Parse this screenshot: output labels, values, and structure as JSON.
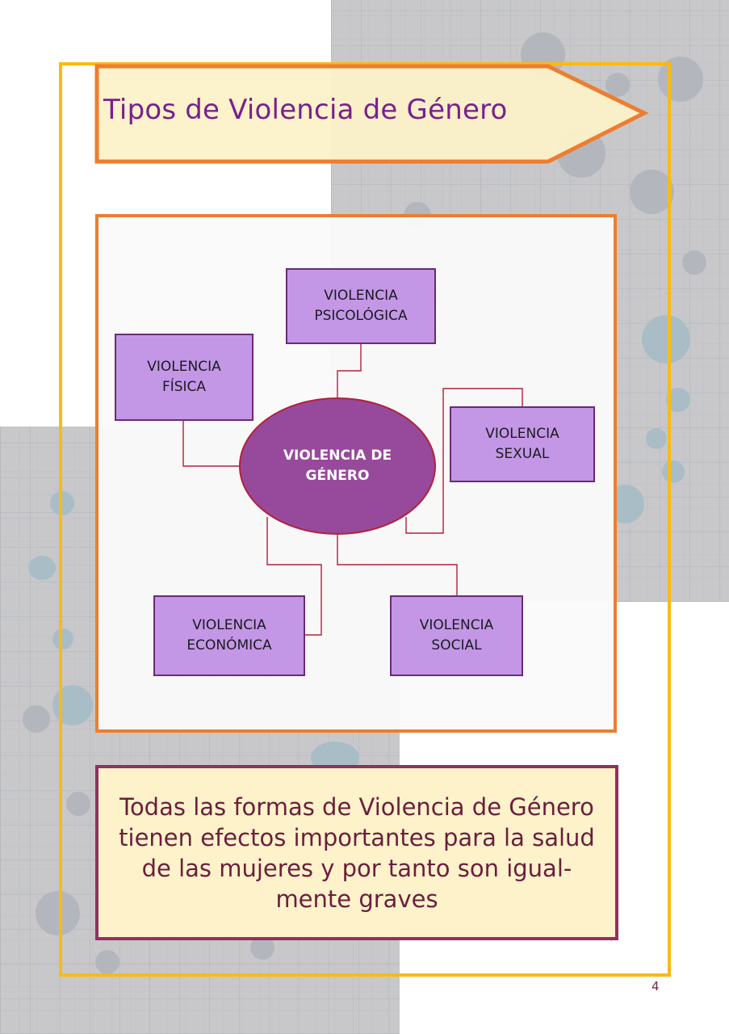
{
  "page": {
    "title": "Tipos de Violencia de Género",
    "page_number": "4"
  },
  "diagram": {
    "center": {
      "line1": "VIOLENCIA DE",
      "line2": "GÉNERO"
    },
    "nodes": [
      {
        "id": "psicologica",
        "line1": "VIOLENCIA",
        "line2": "PSICOLÓGICA"
      },
      {
        "id": "fisica",
        "line1": "VIOLENCIA",
        "line2": "FÍSICA"
      },
      {
        "id": "sexual",
        "line1": "VIOLENCIA",
        "line2": "SEXUAL"
      },
      {
        "id": "economica",
        "line1": "VIOLENCIA",
        "line2": "ECONÓMICA"
      },
      {
        "id": "social",
        "line1": "VIOLENCIA",
        "line2": "SOCIAL"
      }
    ]
  },
  "quote": {
    "text": "Todas las formas de Violencia de Género tienen efectos importantes para la salud de las mujeres y por tanto son igual-mente graves",
    "lines": [
      "Todas las formas de Violencia de Género",
      "tienen efectos importantes para la salud",
      "de las mujeres y por tanto son igual-",
      "mente graves"
    ]
  },
  "colors": {
    "frame_yellow": "#FBBA12",
    "accent_orange": "#ED7D31",
    "title_purple": "#7A1F8C",
    "title_fill": "#FCF1C8",
    "node_fill": "#C497E6",
    "node_border": "#6A2A74",
    "center_fill": "#974A9B",
    "connector_red": "#B3203A",
    "quote_border": "#94305F",
    "quote_fill": "#FEF2CB",
    "quote_text": "#6B1E3C",
    "pattern_gray": "#C8C8CA"
  }
}
